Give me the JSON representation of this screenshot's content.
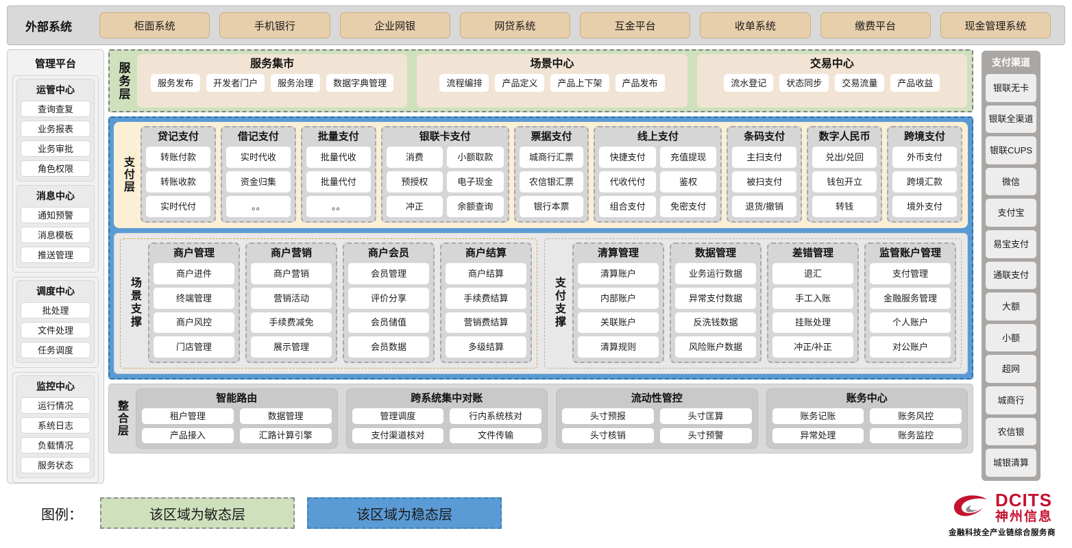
{
  "external": {
    "title": "外部系统",
    "items": [
      "柜面系统",
      "手机银行",
      "企业网银",
      "网贷系统",
      "互金平台",
      "收单系统",
      "缴费平台",
      "现金管理系统"
    ]
  },
  "management": {
    "title": "管理平台",
    "groups": [
      {
        "title": "运管中心",
        "items": [
          "查询查复",
          "业务报表",
          "业务审批",
          "角色权限"
        ]
      },
      {
        "title": "消息中心",
        "items": [
          "通知预警",
          "消息模板",
          "推送管理"
        ]
      },
      {
        "title": "调度中心",
        "items": [
          "批处理",
          "文件处理",
          "任务调度"
        ]
      },
      {
        "title": "监控中心",
        "items": [
          "运行情况",
          "系统日志",
          "负载情况",
          "服务状态"
        ]
      }
    ]
  },
  "service_layer": {
    "label": "服务层",
    "cards": [
      {
        "title": "服务集市",
        "items": [
          "服务发布",
          "开发者门户",
          "服务治理",
          "数据字典管理"
        ]
      },
      {
        "title": "场景中心",
        "items": [
          "流程编排",
          "产品定义",
          "产品上下架",
          "产品发布"
        ]
      },
      {
        "title": "交易中心",
        "items": [
          "流水登记",
          "状态同步",
          "交易流量",
          "产品收益"
        ]
      }
    ]
  },
  "payment_layer": {
    "label": "支付层",
    "columns": [
      {
        "title": "贷记支付",
        "cols": 1,
        "items": [
          "转账付款",
          "转账收款",
          "实时代付"
        ]
      },
      {
        "title": "借记支付",
        "cols": 1,
        "items": [
          "实时代收",
          "资金归集",
          "。。"
        ]
      },
      {
        "title": "批量支付",
        "cols": 1,
        "items": [
          "批量代收",
          "批量代付",
          "。。"
        ]
      },
      {
        "title": "银联卡支付",
        "cols": 2,
        "items": [
          "消费",
          "小额取款",
          "预授权",
          "电子现金",
          "冲正",
          "余额查询"
        ]
      },
      {
        "title": "票据支付",
        "cols": 1,
        "items": [
          "城商行汇票",
          "农信银汇票",
          "银行本票"
        ]
      },
      {
        "title": "线上支付",
        "cols": 2,
        "items": [
          "快捷支付",
          "充值提现",
          "代收代付",
          "鉴权",
          "组合支付",
          "免密支付"
        ]
      },
      {
        "title": "条码支付",
        "cols": 1,
        "items": [
          "主扫支付",
          "被扫支付",
          "退货/撤销"
        ]
      },
      {
        "title": "数字人民币",
        "cols": 1,
        "items": [
          "兑出/兑回",
          "钱包开立",
          "转钱"
        ]
      },
      {
        "title": "跨境支付",
        "cols": 1,
        "items": [
          "外币支付",
          "跨境汇款",
          "境外支付"
        ]
      }
    ]
  },
  "support_layer": {
    "label": "支撑层",
    "boxes": [
      {
        "label": "场景支撑",
        "columns": [
          {
            "title": "商户管理",
            "items": [
              "商户进件",
              "终端管理",
              "商户风控",
              "门店管理"
            ]
          },
          {
            "title": "商户营销",
            "items": [
              "商户营销",
              "营销活动",
              "手续费减免",
              "展示管理"
            ]
          },
          {
            "title": "商户会员",
            "items": [
              "会员管理",
              "评价分享",
              "会员储值",
              "会员数据"
            ]
          },
          {
            "title": "商户结算",
            "items": [
              "商户结算",
              "手续费结算",
              "营销费结算",
              "多级结算"
            ]
          }
        ]
      },
      {
        "label": "支付支撑",
        "columns": [
          {
            "title": "清算管理",
            "items": [
              "清算账户",
              "内部账户",
              "关联账户",
              "清算规则"
            ]
          },
          {
            "title": "数据管理",
            "items": [
              "业务运行数据",
              "异常支付数据",
              "反洗钱数据",
              "风险账户数据"
            ]
          },
          {
            "title": "差错管理",
            "items": [
              "退汇",
              "手工入账",
              "挂账处理",
              "冲正/补正"
            ]
          },
          {
            "title": "监管账户管理",
            "items": [
              "支付管理",
              "金融服务管理",
              "个人账户",
              "对公账户"
            ]
          }
        ]
      }
    ]
  },
  "integration_layer": {
    "label": "整合层",
    "cards": [
      {
        "title": "智能路由",
        "rows": [
          [
            "租户管理",
            "数据管理"
          ],
          [
            "产品接入",
            "汇路计算引擎"
          ]
        ]
      },
      {
        "title": "跨系统集中对账",
        "rows": [
          [
            "管理调度",
            "行内系统核对"
          ],
          [
            "支付渠道核对",
            "文件传输"
          ]
        ]
      },
      {
        "title": "流动性管控",
        "rows": [
          [
            "头寸预报",
            "头寸匡算"
          ],
          [
            "头寸核销",
            "头寸预警"
          ]
        ]
      },
      {
        "title": "账务中心",
        "rows": [
          [
            "账务记账",
            "账务风控"
          ],
          [
            "异常处理",
            "账务监控"
          ]
        ]
      }
    ]
  },
  "channels": {
    "title": "支付渠道",
    "items": [
      "银联无卡",
      "银联全渠道",
      "银联CUPS",
      "微信",
      "支付宝",
      "易宝支付",
      "通联支付",
      "大额",
      "小额",
      "超网",
      "城商行",
      "农信银",
      "城银清算"
    ]
  },
  "legend": {
    "label": "图例：",
    "agile": "该区域为敏态层",
    "stable": "该区域为稳态层"
  },
  "logo": {
    "name_en": "DCITS",
    "name_cn": "神州信息",
    "tagline": "金融科技全产业链综合服务商"
  },
  "colors": {
    "external_chip": "#e8cfab",
    "agile_green": "#cfe0bd",
    "stable_blue": "#5b9bd5",
    "payment_cream": "#fbf0d5",
    "group_grey": "#d6d6d6",
    "channel_grey": "#aaa6a4",
    "logo_red": "#c4122f"
  }
}
